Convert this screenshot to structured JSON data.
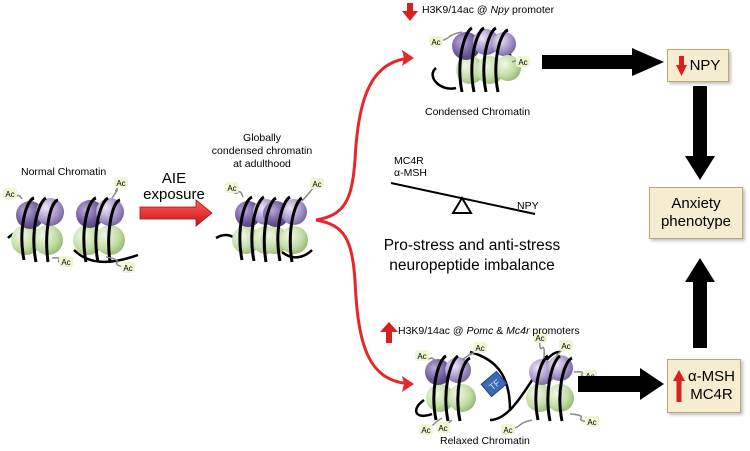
{
  "labels": {
    "normal_chromatin": "Normal Chromatin",
    "aie_line1": "AIE",
    "aie_line2": "exposure",
    "global_line1": "Globally",
    "global_line2": "condensed chromatin",
    "global_line3": "at adulthood",
    "npy_promoter_prefix": "H3K9/14ac @ ",
    "npy_promoter_gene": "Npy",
    "npy_promoter_suffix": " promoter",
    "condensed": "Condensed Chromatin",
    "pomc_prefix": "H3K9/14ac @ ",
    "pomc_gene": "Pomc",
    "pomc_amp": " & ",
    "mc4r_gene": "Mc4r",
    "pomc_suffix": " promoters",
    "relaxed": "Relaxed Chromatin",
    "seesaw_left_1": "MC4R",
    "seesaw_left_2": "α-MSH",
    "seesaw_right": "NPY",
    "imbalance_1": "Pro-stress and anti-stress",
    "imbalance_2": "neuropeptide imbalance",
    "ac": "Ac",
    "tf": "TF"
  },
  "boxes": {
    "npy": "NPY",
    "anxiety_1": "Anxiety",
    "anxiety_2": "phenotype",
    "msh_1": "α-MSH",
    "msh_2": "MC4R"
  },
  "colors": {
    "red_arrow": "#e8262a",
    "box_fill": "#f6ecd0",
    "histone_purple": "#8e7ab5",
    "histone_green": "#b9d79a",
    "tf_blue": "#3b6bb5"
  }
}
